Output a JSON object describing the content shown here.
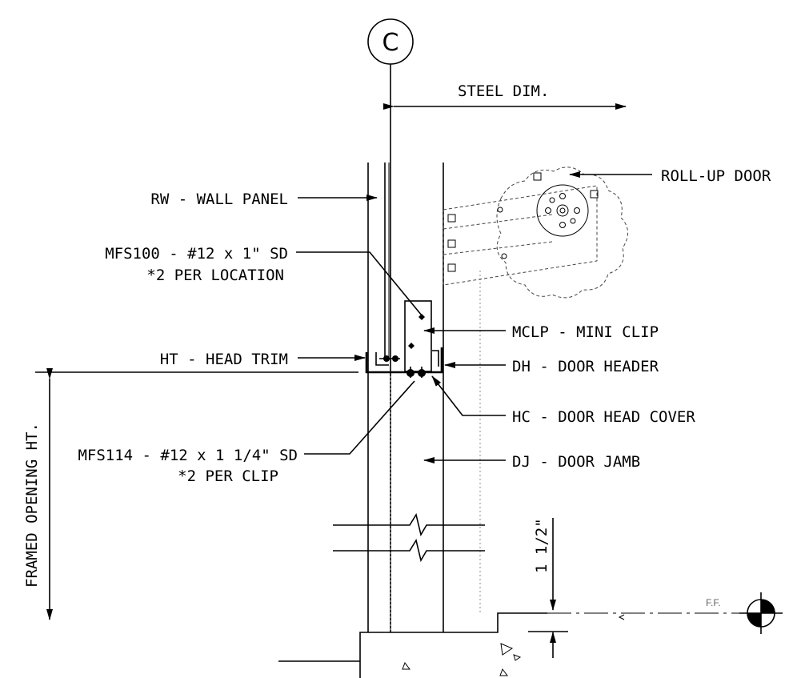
{
  "grid_bubble": "C",
  "labels": {
    "steel_dim": "STEEL DIM.",
    "roll_up_door": "ROLL-UP DOOR",
    "wall_panel": "RW - WALL PANEL",
    "mfs100_line1": "MFS100 - #12 x 1\" SD",
    "mfs100_line2": "*2 PER LOCATION",
    "mini_clip": "MCLP - MINI CLIP",
    "head_trim": "HT - HEAD TRIM",
    "door_header": "DH - DOOR HEADER",
    "door_head_cover": "HC - DOOR HEAD COVER",
    "mfs114_line1": "MFS114 - #12 x 1 1/4\" SD",
    "mfs114_line2": "*2 PER CLIP",
    "door_jamb": "DJ - DOOR JAMB",
    "framed_opening": "FRAMED OPENING HT.",
    "dim_1_1_2": "1 1/2\"",
    "finish_floor": "F.F."
  }
}
